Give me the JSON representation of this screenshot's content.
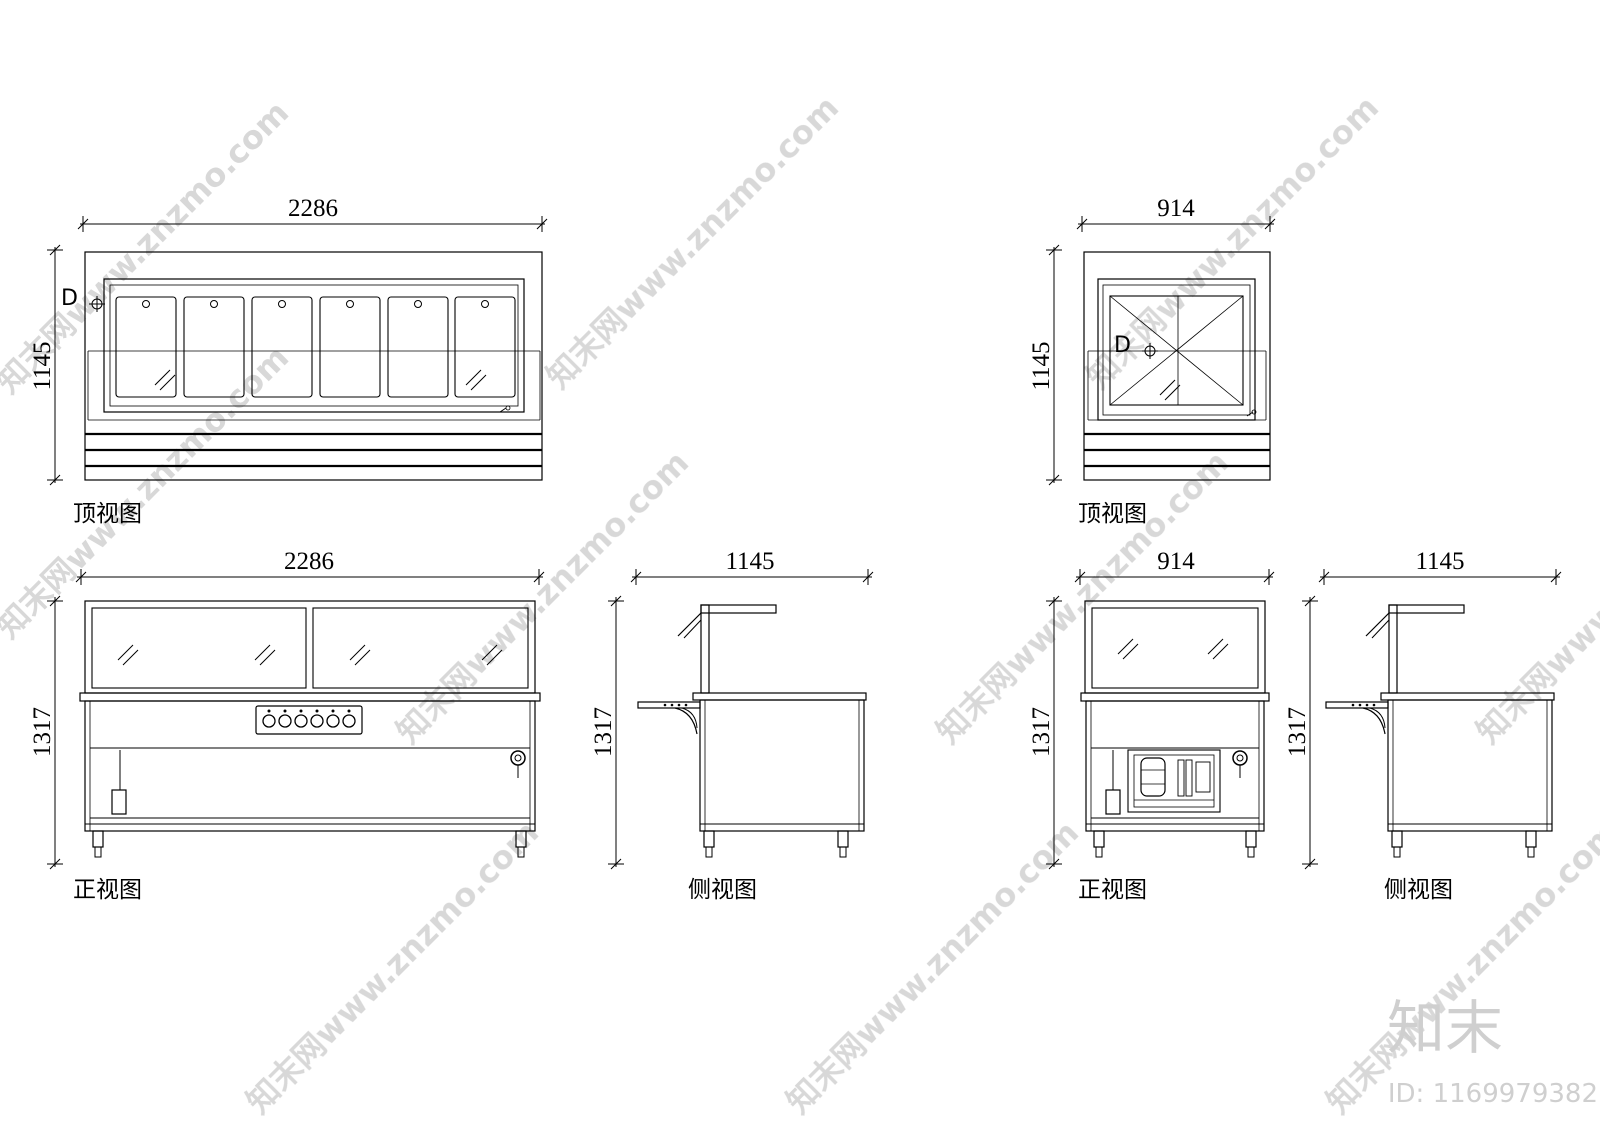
{
  "dimensions": {
    "left_top_width": "2286",
    "left_top_depth": "1145",
    "left_front_width": "2286",
    "left_front_height": "1317",
    "left_side_width": "1145",
    "left_side_height": "1317",
    "right_top_width": "914",
    "right_top_depth": "1145",
    "right_front_width": "914",
    "right_front_height": "1317",
    "right_side_width": "1145",
    "right_side_height": "1317"
  },
  "labels": {
    "top_view": "顶视图",
    "front_view": "正视图",
    "side_view": "侧视图",
    "drain_mark": "D"
  },
  "watermark": {
    "text": "知末网www.znzmo.com",
    "brand": "知末",
    "id": "ID: 1169979382"
  }
}
